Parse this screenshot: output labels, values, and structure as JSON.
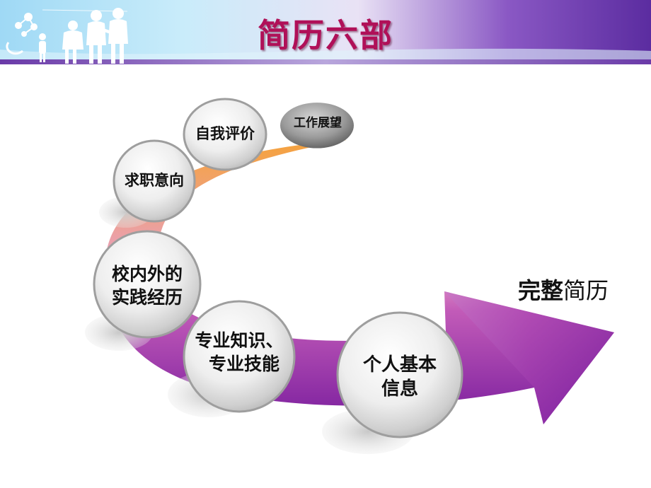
{
  "slide": {
    "title": "简历六部",
    "result": {
      "bold": "完整",
      "normal": "简历"
    },
    "steps": [
      {
        "line1": "个人基本",
        "line2": "信息"
      },
      {
        "line1": "专业知识、",
        "line2": "专业技能"
      },
      {
        "line1": "校内外的",
        "line2": "实践经历"
      },
      {
        "line1": "求职意向"
      },
      {
        "line1": "自我评价"
      },
      {
        "line1": "工作展望"
      }
    ]
  },
  "colors": {
    "banner_dark": "#5b2ca0",
    "banner_light": "#b7e6f8",
    "title": "#b01058",
    "arrow_purple": "#8a1fa8",
    "arrow_orange": "#f08a24",
    "bubble": "#e6e6e6"
  },
  "icons": [
    "people-silhouette-icon",
    "molecule-icon"
  ]
}
